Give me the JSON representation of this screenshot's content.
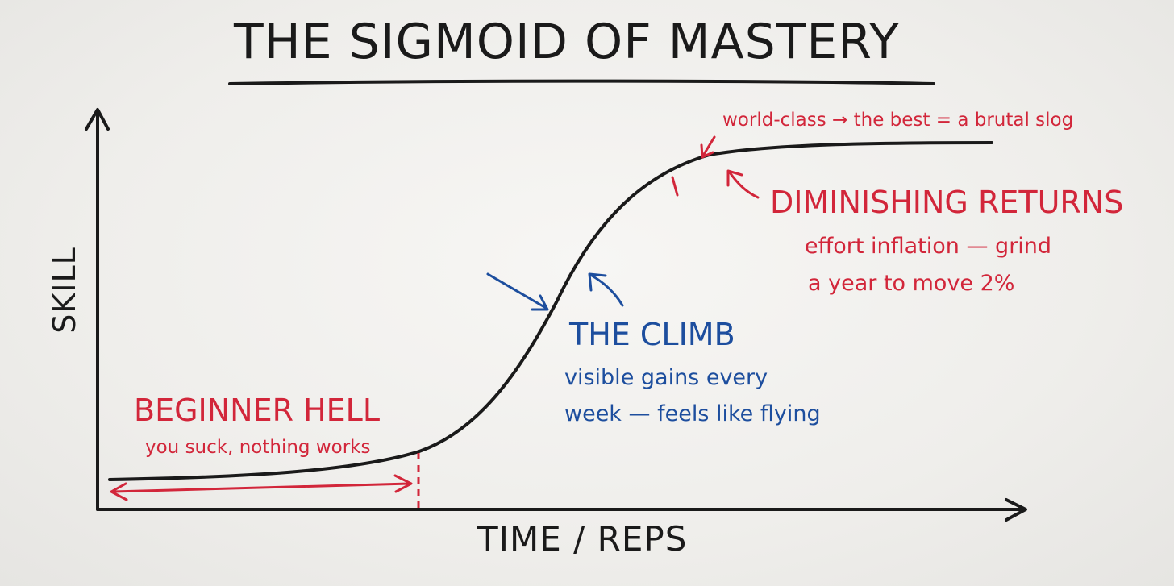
{
  "title": "THE SIGMOID OF MASTERY",
  "axes": {
    "y_label": "SKILL",
    "x_label": "TIME / REPS"
  },
  "annotations": {
    "top_note": "world-class → the best = a brutal slog",
    "diminishing": {
      "heading": "DIMINISHING RETURNS",
      "line1": "effort inflation — grind",
      "line2": "a year to move 2%"
    },
    "climb": {
      "heading": "THE CLIMB",
      "line1": "visible gains every",
      "line2": "week — feels like flying"
    },
    "beginner": {
      "heading": "BEGINNER HELL",
      "line1": "you suck, nothing works"
    }
  },
  "colors": {
    "ink_black": "#1a1a1a",
    "ink_red": "#d2263a",
    "ink_blue": "#1d4e9e",
    "board": "#f3f2ef"
  }
}
